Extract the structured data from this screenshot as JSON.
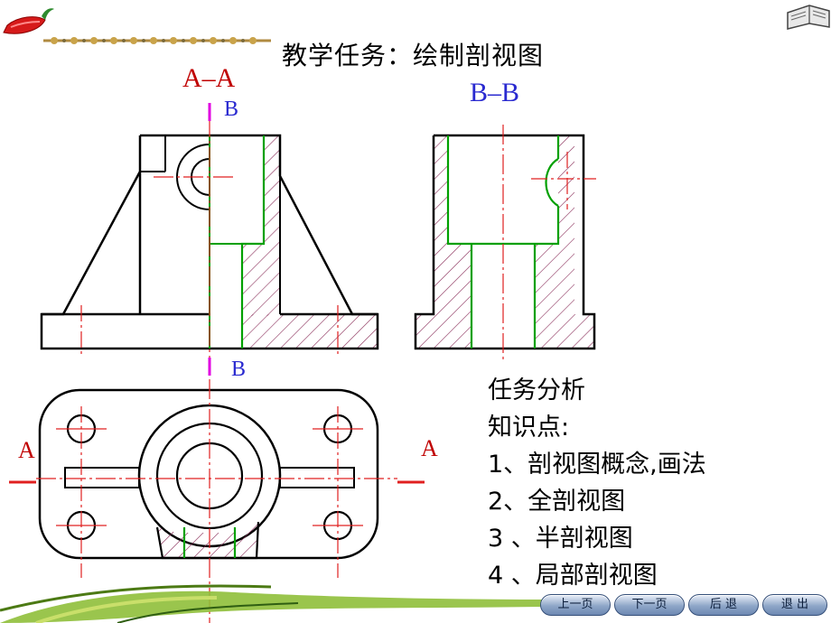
{
  "title": "教学任务：绘制剖视图",
  "labels": {
    "section_aa": "A–A",
    "section_bb": "B–B",
    "cut_b": "B",
    "cut_a": "A"
  },
  "analysis": {
    "lines": [
      "任务分析",
      "知识点:",
      "1、剖视图概念,画法",
      "2、全剖视图",
      "3 、半剖视图",
      "4 、局部剖视图"
    ]
  },
  "nav": {
    "prev": "上一页",
    "next": "下一页",
    "back": "后 退",
    "exit": "退 出"
  },
  "colors": {
    "outline": "#000000",
    "center_line": "#e02020",
    "hatch": "#8a2e5a",
    "inner_edge": "#00a000",
    "cut_mark": "#e000e0",
    "label_red": "#c00000",
    "label_blue": "#2a2ad0"
  }
}
